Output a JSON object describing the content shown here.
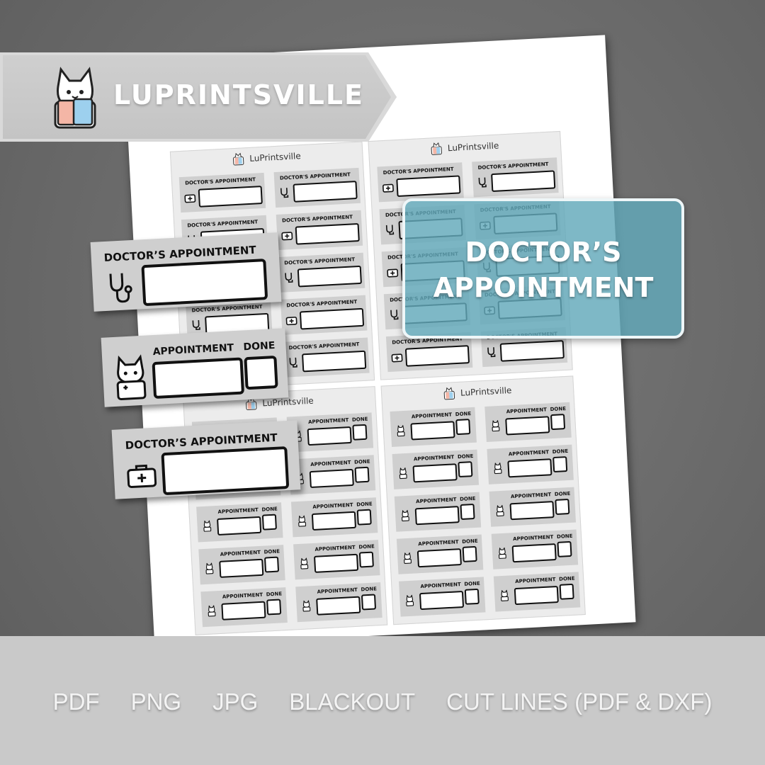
{
  "brand": {
    "name": "LUPRINTSVILLE",
    "sheet_brand": "LuPrintsville"
  },
  "stickers": {
    "doctor": "DOCTOR'S APPOINTMENT",
    "appointment": "APPOINTMENT",
    "done": "DONE"
  },
  "callout": {
    "line1": "DOCTOR’S",
    "line2": "APPOINTMENT"
  },
  "big_stickers": {
    "s1": "DOCTOR’S APPOINTMENT",
    "s2_a": "APPOINTMENT",
    "s2_b": "DONE",
    "s3": "DOCTOR’S APPOINTMENT"
  },
  "formats": [
    "PDF",
    "PNG",
    "JPG",
    "BLACKOUT",
    "CUT LINES (PDF & DXF)"
  ],
  "colors": {
    "teal": "#62a8ba",
    "sticker_gray": "#cfcfcf",
    "background": "#6a6a6a"
  }
}
